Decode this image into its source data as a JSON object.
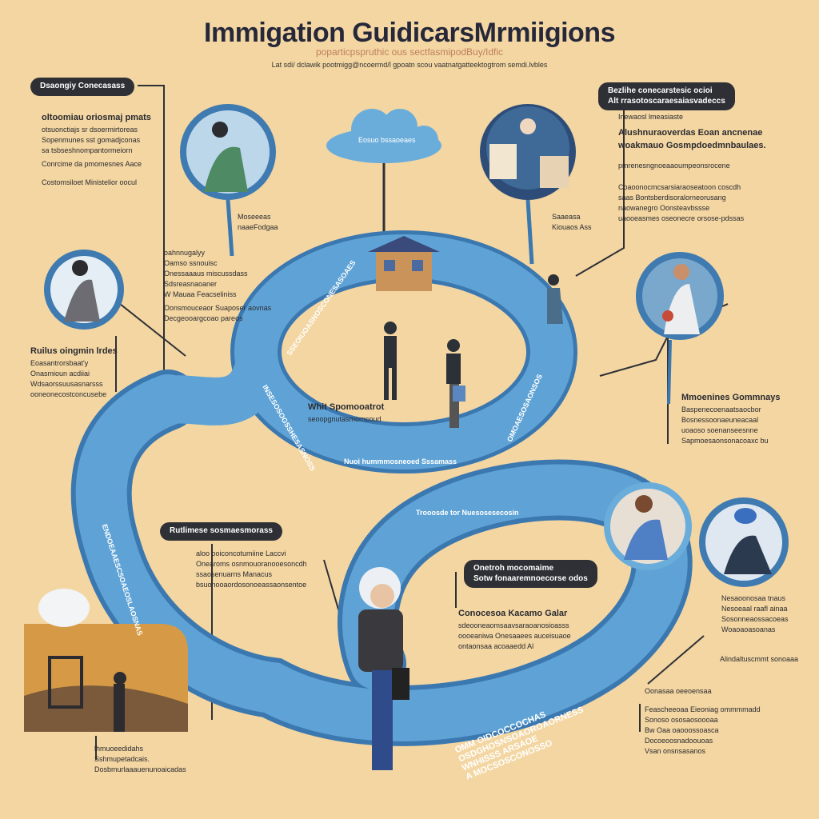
{
  "header": {
    "title": "Immigation GuidicarsMrmiigions",
    "subtitle": "poparticpspruthic ous sectfasmipodBuy/Idfic",
    "tagline": "Lat sdi/ dclawik pootmigg@ncoermd/l gpoatn scou vaatnatgatteektogtrom semdi.lvbles"
  },
  "labels": {
    "top_left_pill": "Dsaongiy Conecasass",
    "top_right_pill": [
      "Bezlihe conecarstesic ocioi",
      "Alt rrasotoscaraesaiasvadeccs"
    ],
    "mid_pill": "Rutlimese sosmaesmorass",
    "bottom_pill": [
      "Onetroh mocomaime",
      "Sotw fonaaremnoecorse odos"
    ]
  },
  "blocks": {
    "top_left": [
      "oltoomiau oriosmaj pmats",
      "otsuonctiajs sr dsoermirtoreas",
      "Sopenmunes sst gomadjconas",
      "sa tsbseshnompantormeiorn",
      "Conrcime da pmomesnes Aace",
      "",
      "Costomsiloet Ministelior oocul"
    ],
    "top_right": [
      "Inewaosl lmeasiaste",
      "Alushnuraoverdas Eoan ancnenae",
      "woakmauo Gosmpdoedmnbaulaes.",
      "pmrenesngnoeaaoumpeonsrocene",
      "Coaoonocmcsarsiaraoseatoon coscdh",
      "saas Bontsberdisoralorneorusang",
      "naowanegro Oonsteavbssse",
      "uaooeasmes oseonecre orsose-pdssas"
    ],
    "left_mid": [
      "oahnnugalyy",
      "Oamso ssnouisc",
      "Onessaaaus miscussdass",
      "Sdsreasnaoaner",
      "W Mauaa Feacseliniss",
      "Oonsmouceaor Suaposer aovnas",
      "Decgeooargcoao pareos"
    ],
    "left_lower": [
      "Ruilus oingmin lrdes",
      "Eoasantrorsbaat'y",
      "Onasmioun acdiiai",
      "Wdsaorssuusasnarsss",
      "ooneonecostconcusebe"
    ],
    "center_inner": [
      "Whit Spomooatrot",
      "seoopgnutasmorncoud"
    ],
    "right_mid": [
      "Mmoenines Gommnays",
      "Baspenecoenaatsaocbor",
      "Bosnessoonaeuneacaal",
      "uoaoso soenanseesnne",
      "Sapmoesaonsonacoaxc bu"
    ],
    "mid_list": [
      "aloo ooiconcotumiine Laccvi",
      "Onearoms osnmouoranooesoncdh",
      "ssaosenuarns Manacus",
      "bsuonooaordosonoeassaonsentoe"
    ],
    "bottom_center": [
      "Conocesoa Kacamo Galar",
      "sdeooneaomsaavsaraoanosioasss",
      "oooeaniwa Onesaaees auceisuaoe",
      "ontaonsaa acoaaedd Al"
    ],
    "right_lower": [
      "Nesaoonosaa tnaus",
      "Nesoeaal raafl ainaa",
      "Sosonneaossacoeas",
      "Woaoaoasoanas"
    ],
    "right_note": "Alindaltuscmmt sonoaaa",
    "bottom_right": [
      "Oonasaa oeeoensaa",
      "Feascheeoaa Eieoniag ommmmadd",
      "Sonoso ososaosoooaa",
      "Bw Oaa oaooossoasca",
      "Docoeoosnadoouoas",
      "Vsan onsnsasanos"
    ],
    "bottom_left": [
      "lhmuoeedidahs",
      "Sshmupetadcais.",
      "Dosbmurlaaauenunoaicadas"
    ],
    "cloud": "Eosuo bssaoeaes",
    "circle_caption": [
      "Moseeeas",
      "naaeFodgaa"
    ],
    "right_circle_caption": [
      "Saaeasa",
      "Kiouaos Ass"
    ]
  },
  "road_text": {
    "top_arc": "SSEOIUOASNOSCONESASOAES",
    "left_arc": "INSESOSOGSSHESASNOSS",
    "inner_bottom": "Nuoi hummmosneoed Sssamass",
    "right_arc": "OMOAESOSAONSOS",
    "middle": "Trooosde tor Nuesosesecosin",
    "left_long": "ENDOEAAESCSOAEOSLAOSNAS",
    "bottom_arc": [
      "OMM OIDCOCCOCHAS",
      "OSDGHOSNSOAOROAORNESS",
      "WNHISSS ARSAOE",
      "A MOCSOSCONOSSO"
    ]
  },
  "colors": {
    "background": "#f3d6a2",
    "road": "#5fa3d6",
    "road_edge": "#3c78b0",
    "pill": "#2f3036"
  }
}
